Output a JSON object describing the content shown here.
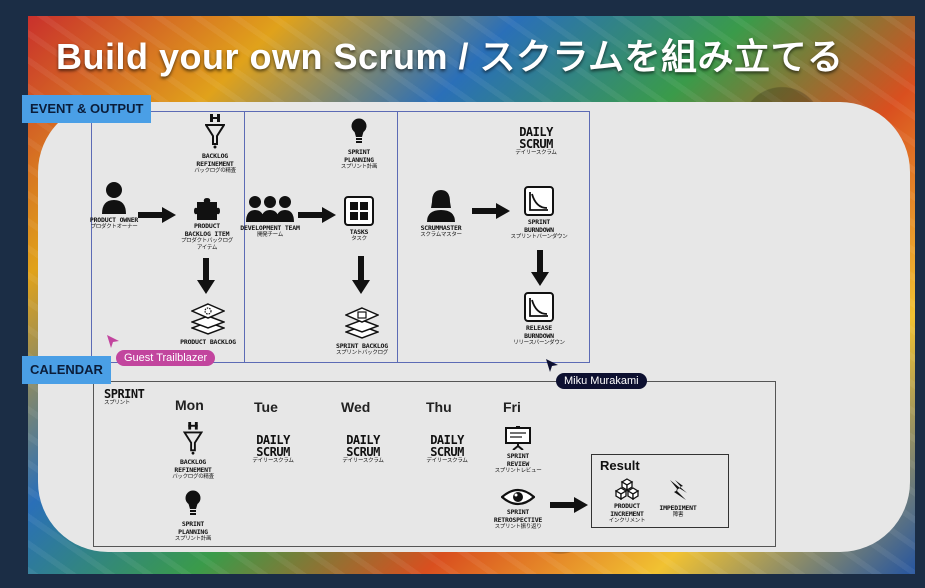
{
  "title": "Build your own Scrum / スクラムを組み立てる",
  "sections": {
    "event_output": "EVENT & OUTPUT",
    "calendar": "CALENDAR"
  },
  "nodes": {
    "backlog_refinement": {
      "label1": "BACKLOG",
      "label2": "REFINEMENT",
      "sub": "バックログの精査"
    },
    "product_owner": {
      "label": "PRODUCT OWNER",
      "sub": "プロダクトオーナー"
    },
    "product_backlog_item": {
      "label1": "PRODUCT",
      "label2": "BACKLOG ITEM",
      "sub1": "プロダクトバックログ",
      "sub2": "アイテム"
    },
    "product_backlog": {
      "label": "PRODUCT BACKLOG"
    },
    "sprint_planning": {
      "label1": "SPRINT",
      "label2": "PLANNING",
      "sub": "スプリント計画"
    },
    "development_team": {
      "label": "DEVELOPMENT TEAM",
      "sub": "開発チーム"
    },
    "tasks": {
      "label": "TASKS",
      "sub": "タスク"
    },
    "sprint_backlog": {
      "label": "SPRINT BACKLOG",
      "sub": "スプリントバックログ"
    },
    "daily_scrum": {
      "label1": "DAILY",
      "label2": "SCRUM",
      "sub": "デイリースクラム"
    },
    "scrummaster": {
      "label": "SCRUMMASTER",
      "sub": "スクラムマスター"
    },
    "sprint_burndown": {
      "label1": "SPRINT",
      "label2": "BURNDOWN",
      "sub": "スプリントバーンダウン"
    },
    "release_burndown": {
      "label1": "RELEASE",
      "label2": "BURNDOWN",
      "sub": "リリースバーンダウン"
    }
  },
  "calendar": {
    "sprint": {
      "label": "SPRINT",
      "sub": "スプリント"
    },
    "days": [
      "Mon",
      "Tue",
      "Wed",
      "Thu",
      "Fri"
    ],
    "mon": {
      "refinement": {
        "label1": "BACKLOG",
        "label2": "REFINEMENT",
        "sub": "バックログの精査"
      },
      "planning": {
        "label1": "SPRINT",
        "label2": "PLANNING",
        "sub": "スプリント計画"
      }
    },
    "daily": {
      "label1": "DAILY",
      "label2": "SCRUM",
      "sub": "デイリースクラム"
    },
    "fri": {
      "review": {
        "label1": "SPRINT",
        "label2": "REVIEW",
        "sub": "スプリントレビュー"
      },
      "retro": {
        "label1": "SPRINT",
        "label2": "RETROSPECTIVE",
        "sub": "スプリント振り返り"
      }
    },
    "result": {
      "title": "Result",
      "increment": {
        "label1": "PRODUCT",
        "label2": "INCREMENT",
        "sub": "インクリメント"
      },
      "impediment": {
        "label": "IMPEDIMENT",
        "sub": "障害"
      }
    }
  },
  "cursors": {
    "guest": {
      "name": "Guest Trailblazer",
      "color": "#c2459e"
    },
    "miku": {
      "name": "Miku Murakami",
      "color": "#0d1030"
    }
  }
}
